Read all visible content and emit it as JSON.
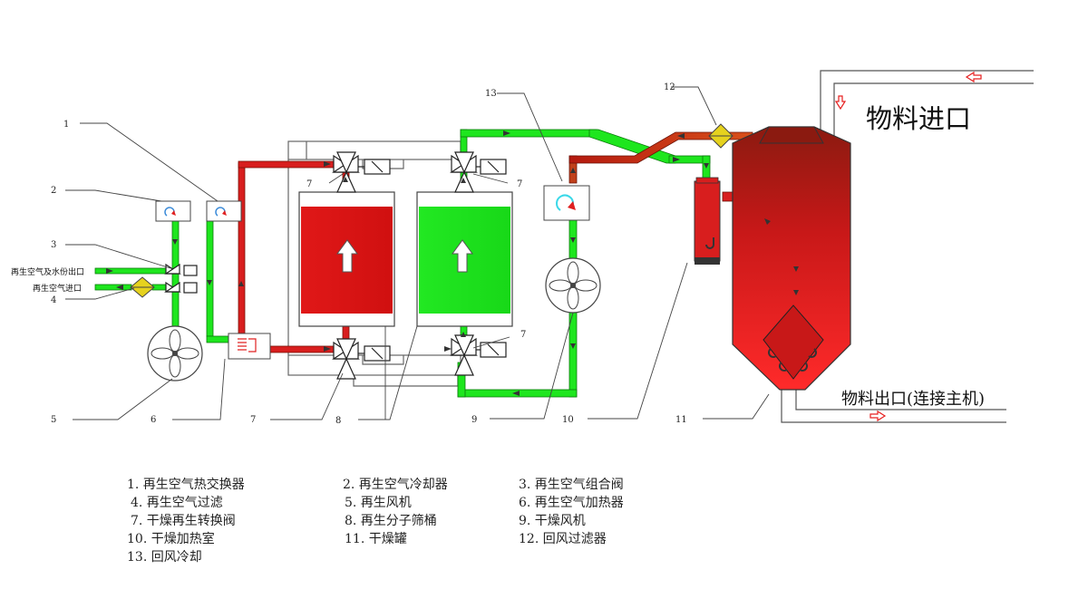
{
  "labels": {
    "material_inlet": "物料进口",
    "material_outlet": "物料出口(连接主机)",
    "regen_air_moisture_outlet": "再生空气及水份出口",
    "regen_air_inlet": "再生空气进口"
  },
  "callouts": [
    "1",
    "2",
    "3",
    "4",
    "5",
    "6",
    "7",
    "7",
    "7",
    "7",
    "8",
    "9",
    "10",
    "11",
    "12",
    "13"
  ],
  "legend": [
    "1. 再生空气热交换器",
    "2. 再生空气冷却器",
    "3.  再生空气组合阀",
    "4.  再生空气过滤",
    "5. 再生风机",
    "6. 再生空气加热器",
    "7.  干燥再生转换阀",
    "8. 再生分子筛桶",
    "9. 干燥风机",
    "10. 干燥加热室",
    "11. 干燥罐",
    "12. 回风过滤器",
    "13. 回风冷却"
  ],
  "colors": {
    "hot_red": "#d81e1e",
    "dark_red": "#8b1a10",
    "green": "#1ee61e",
    "filter_yellow": "#e6d21e",
    "arrow_red": "#e62020"
  }
}
